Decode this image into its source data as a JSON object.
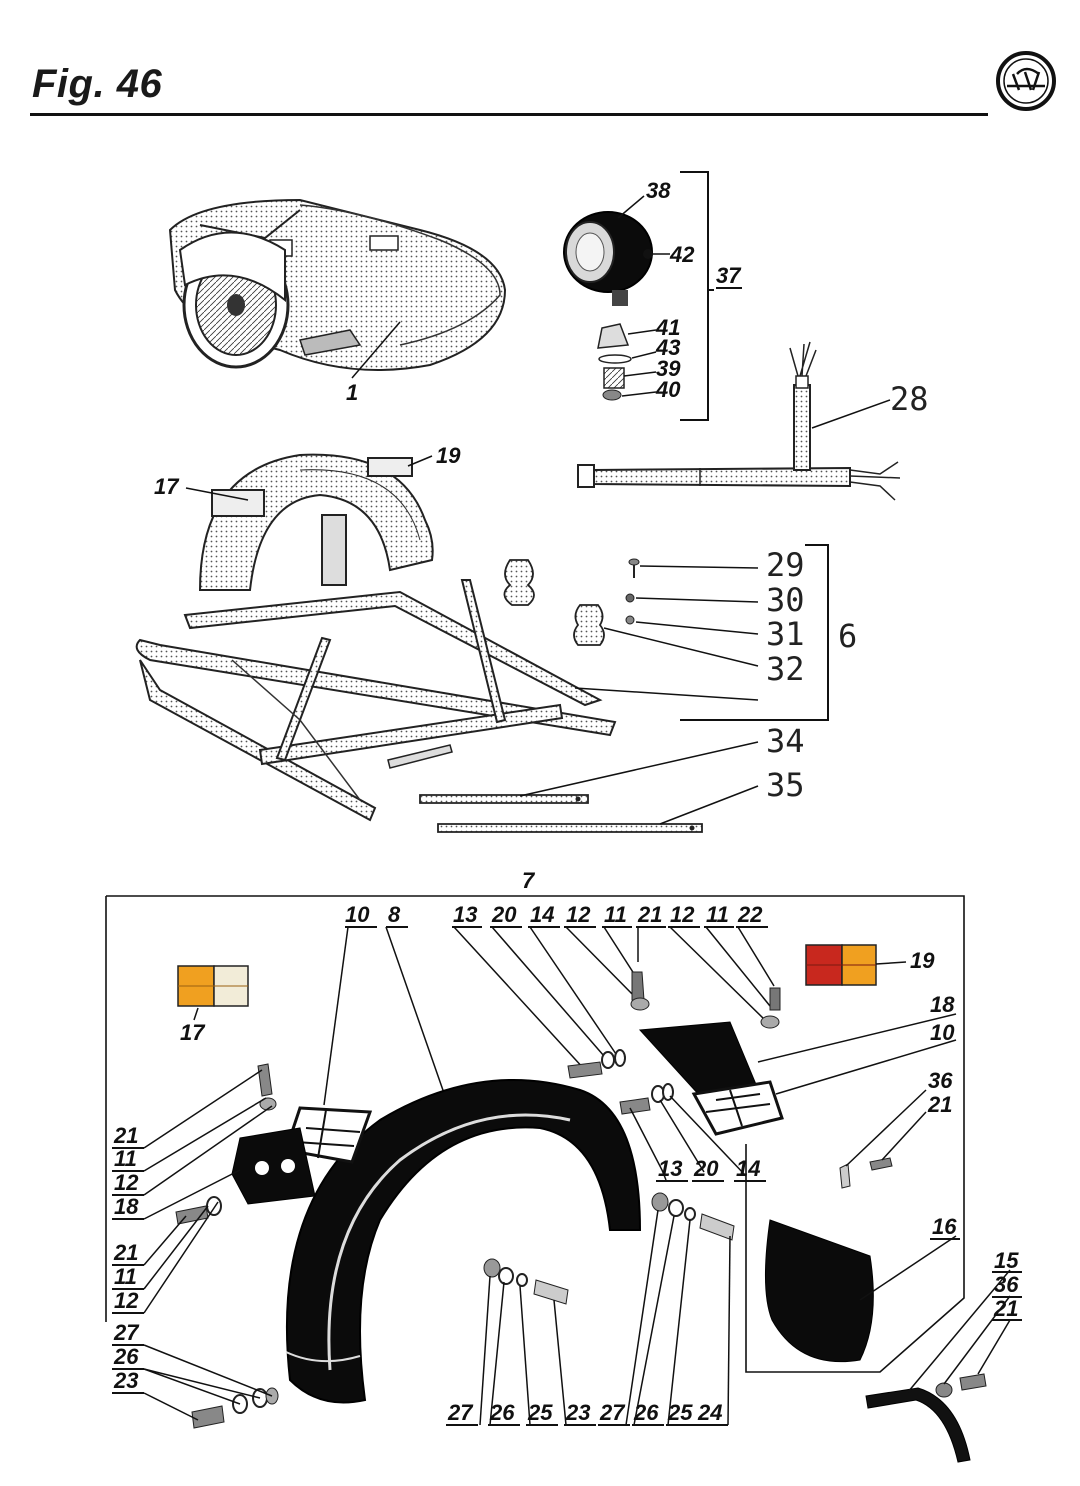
{
  "figure_title": "Fig. 46",
  "logo_icon": "ural-logo-icon",
  "upper_labels": {
    "l1": "1",
    "l17": "17",
    "l19": "19",
    "l28": "28",
    "l29": "29",
    "l30": "30",
    "l31": "31",
    "l32": "32",
    "l34": "34",
    "l35": "35",
    "l6": "6",
    "l37": "37",
    "l38": "38",
    "l39": "39",
    "l40": "40",
    "l41": "41",
    "l42": "42",
    "l43": "43"
  },
  "lower_labels": {
    "group": "7",
    "top_row": [
      "10",
      "8",
      "13",
      "20",
      "14",
      "12",
      "11",
      "21",
      "12",
      "11",
      "22"
    ],
    "right": [
      "19",
      "18",
      "10",
      "36",
      "21",
      "16",
      "15",
      "36",
      "21"
    ],
    "left": [
      "17",
      "21",
      "11",
      "12",
      "18",
      "21",
      "11",
      "12",
      "27",
      "26",
      "23"
    ],
    "middle": [
      "13",
      "20",
      "14"
    ],
    "bottom_row": [
      "27",
      "26",
      "25",
      "23",
      "27",
      "26",
      "25",
      "24"
    ]
  },
  "colors": {
    "ink": "#111111",
    "lamp_red": "#c8281e",
    "lamp_amber": "#f0a020",
    "part_black": "#0b0b0b"
  }
}
